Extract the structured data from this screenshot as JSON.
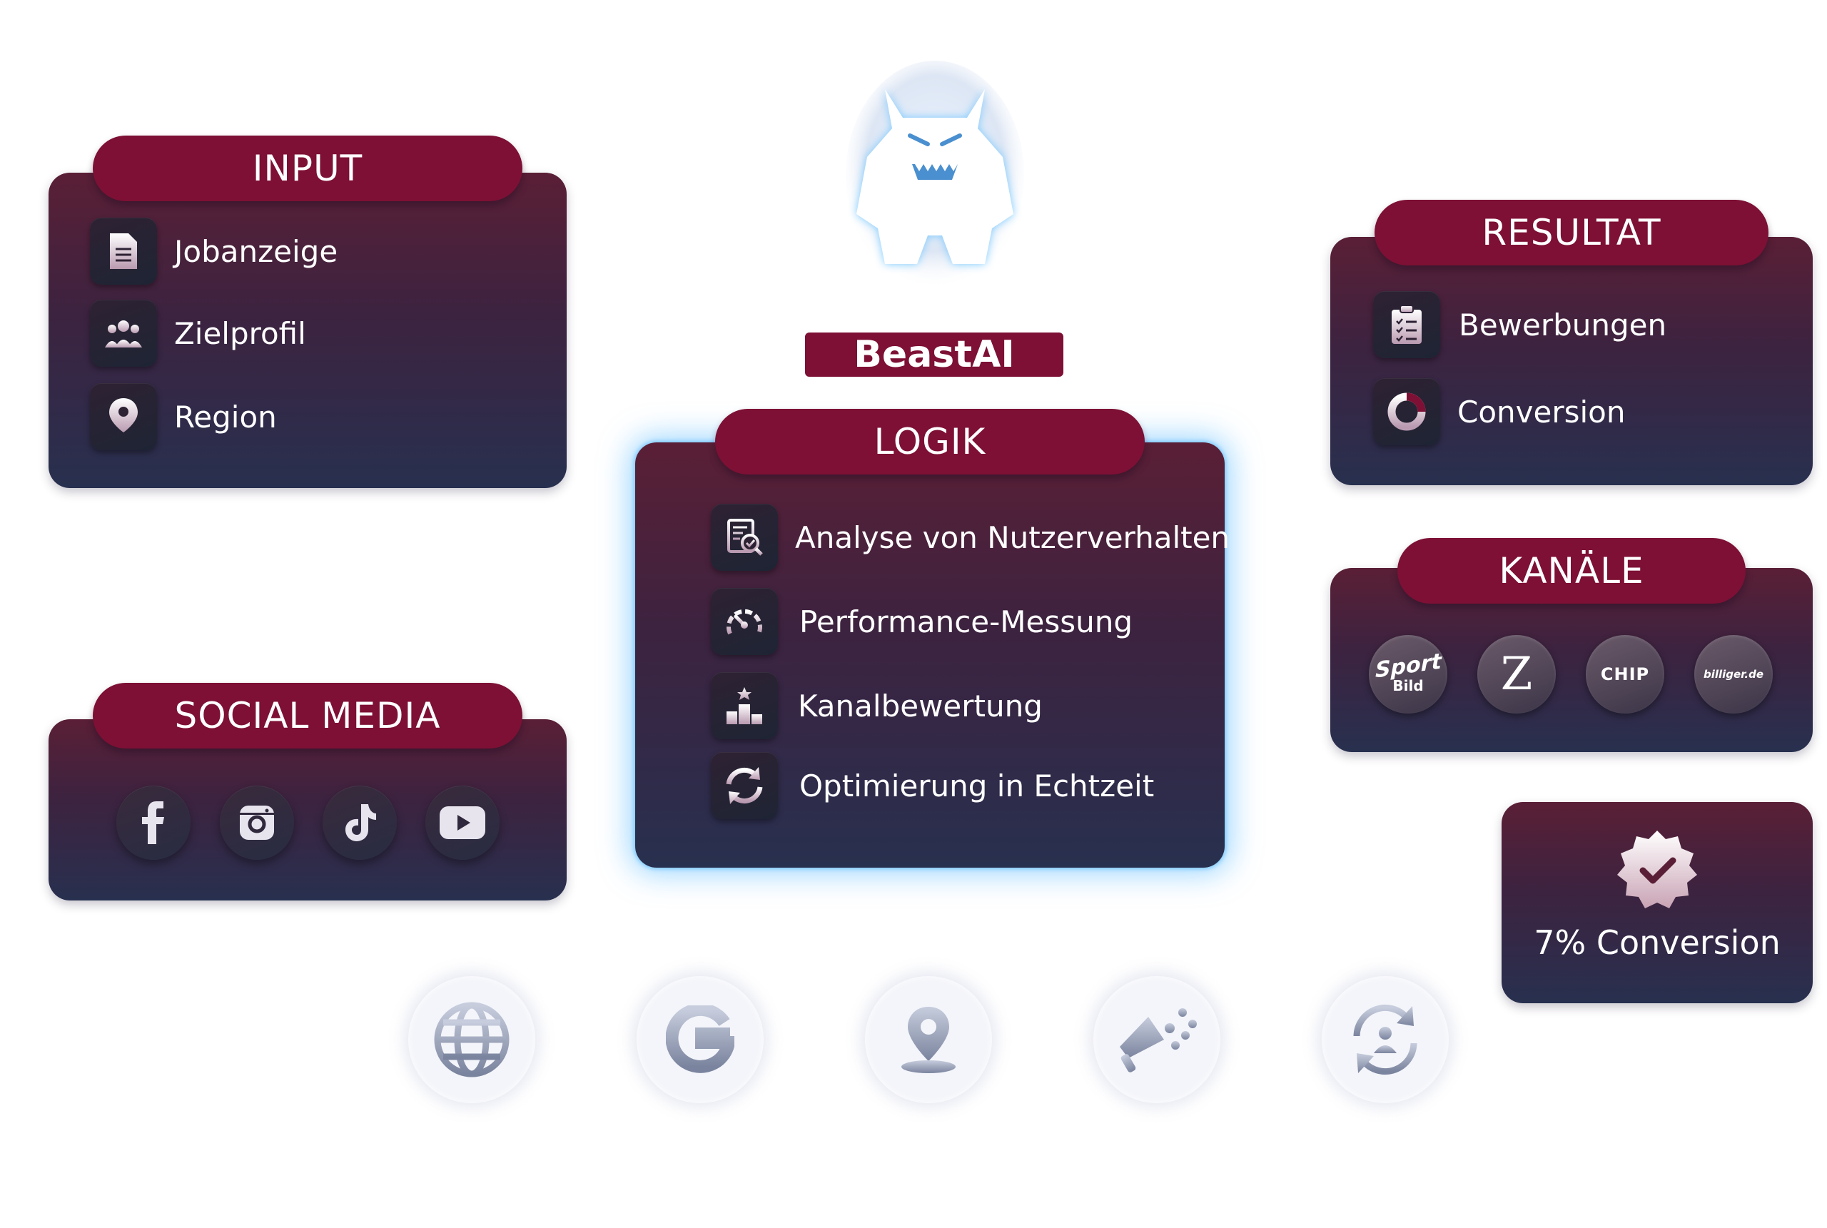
{
  "mascot": {
    "name": "BeastAI"
  },
  "input": {
    "title": "INPUT",
    "items": [
      {
        "label": "Jobanzeige",
        "icon": "document-icon"
      },
      {
        "label": "Zielprofil",
        "icon": "group-icon"
      },
      {
        "label": "Region",
        "icon": "location-pin-icon"
      }
    ]
  },
  "social": {
    "title": "SOCIAL MEDIA",
    "icons": [
      "facebook-icon",
      "instagram-icon",
      "tiktok-icon",
      "youtube-icon"
    ]
  },
  "logik": {
    "title": "LOGIK",
    "items": [
      {
        "label": "Analyse von Nutzerverhalten",
        "icon": "analysis-icon"
      },
      {
        "label": "Performance-Messung",
        "icon": "gauge-icon"
      },
      {
        "label": "Kanalbewertung",
        "icon": "podium-icon"
      },
      {
        "label": "Optimierung in Echtzeit",
        "icon": "refresh-icon"
      }
    ]
  },
  "resultat": {
    "title": "RESULTAT",
    "items": [
      {
        "label": "Bewerbungen",
        "icon": "clipboard-checklist-icon"
      },
      {
        "label": "Conversion",
        "icon": "donut-chart-icon"
      }
    ]
  },
  "kanaele": {
    "title": "KANÄLE",
    "logos": {
      "sportbild_top": "Sport",
      "sportbild_bottom": "Bild",
      "zeit": "Z",
      "chip": "CHIP",
      "billiger": "billiger.de"
    }
  },
  "conversion_badge": {
    "label": "7% Conversion",
    "icon": "verified-badge-icon"
  },
  "bottom_icons": [
    "globe-icon",
    "google-icon",
    "map-pin-icon",
    "megaphone-icon",
    "user-sync-icon"
  ],
  "colors": {
    "accent": "#7d1034",
    "card_top": "#5a1f36",
    "card_bottom": "#28304f",
    "glow": "#5ab9ff"
  }
}
